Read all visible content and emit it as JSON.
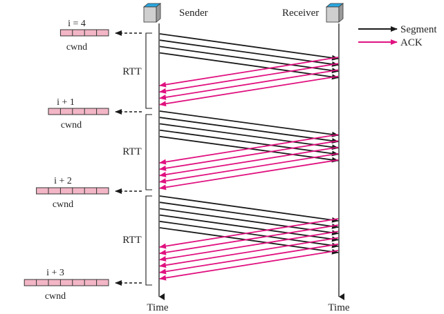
{
  "nodes": {
    "sender": "Sender",
    "receiver": "Receiver"
  },
  "legend": {
    "segment": "Segment",
    "ack": "ACK"
  },
  "axis": {
    "sender_time": "Time",
    "receiver_time": "Time"
  },
  "windows": [
    {
      "label": "i = 4",
      "caption": "cwnd",
      "cells": 4
    },
    {
      "label": "i + 1",
      "caption": "cwnd",
      "cells": 5
    },
    {
      "label": "i + 2",
      "caption": "cwnd",
      "cells": 6
    },
    {
      "label": "i + 3",
      "caption": "cwnd",
      "cells": 7
    }
  ],
  "rounds": [
    {
      "label": "RTT",
      "segments": 4,
      "acks": 4
    },
    {
      "label": "RTT",
      "segments": 5,
      "acks": 5
    },
    {
      "label": "RTT",
      "segments": 6,
      "acks": 6
    }
  ],
  "colors": {
    "segment": "#1a1a1a",
    "ack": "#e0117f",
    "cwnd_fill": "#f2b6c6",
    "cwnd_stroke": "#333333",
    "computer_top": "#2aa7e0",
    "computer_body": "#cfcfcf"
  }
}
